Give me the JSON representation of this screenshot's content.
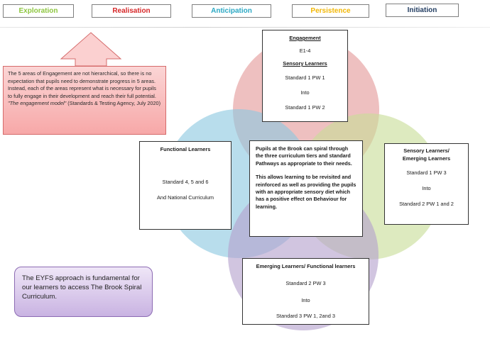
{
  "tabs": [
    {
      "label": "Exploration",
      "color": "#8dc63f"
    },
    {
      "label": "Realisation",
      "color": "#d62728"
    },
    {
      "label": "Anticipation",
      "color": "#2aa8c4"
    },
    {
      "label": "Persistence",
      "color": "#f2b705"
    },
    {
      "label": "Initiation",
      "color": "#1f3a5f"
    }
  ],
  "note": {
    "text": "The 5 areas of Engagement are not hierarchical, so there is no expectation that pupils need to demonstrate progress in 5 areas. Instead, each of the areas represent what is necessary for pupils to fully engage in their development and reach their full potential. ",
    "quote": "\"The engagement model\"",
    "citation": " (Standards & Testing Agency, July 2020)"
  },
  "engagement_box": {
    "title": "Engagement",
    "level": "E1-4",
    "subtitle": "Sensory Learners",
    "from": "Standard 1 PW 1",
    "into": "Into",
    "to": "Standard 1 PW 2"
  },
  "functional_box": {
    "title": "Functional Learners",
    "standard": "Standard 4, 5 and 6",
    "extra": "And National Curriculum"
  },
  "center_box": {
    "para1": "Pupils at the Brook can spiral through the three curriculum tiers and standard Pathways as appropriate to their needs.",
    "para2": "This allows learning to be revisited and reinforced as well as providing the pupils with an appropriate sensory diet which has a positive effect on Behaviour for learning."
  },
  "sensory_box": {
    "title_line1": "Sensory Learners/",
    "title_line2": "Emerging Learners",
    "from": "Standard 1 PW 3",
    "into": "Into",
    "to": "Standard 2 PW 1 and 2"
  },
  "emerging_box": {
    "title": "Emerging Learners/ Functional learners",
    "from": "Standard 2 PW 3",
    "into": "Into",
    "to": "Standard 3 PW 1, 2and 3"
  },
  "eyfs": {
    "text": "The EYFS approach is fundamental for our learners to access The Brook Spiral Curriculum."
  },
  "colors": {
    "circle_top": "#e49a9a",
    "circle_left": "#8cc8e0",
    "circle_right": "#c8dd98",
    "circle_bottom": "#b5a1cd",
    "center_overlap": "#b7a48a",
    "arrow_fill": "#fbd0d0",
    "arrow_stroke": "#d56b6b"
  }
}
